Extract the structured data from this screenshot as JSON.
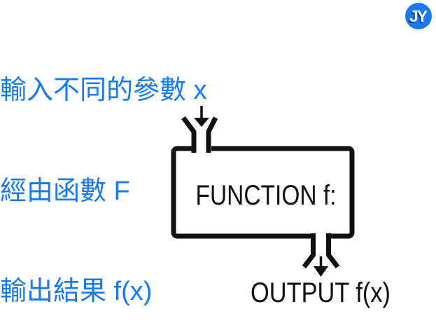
{
  "colors": {
    "background": "#FFFFFF",
    "accent_blue": "#1779F3",
    "logo_blue": "#1879F0",
    "logo_shadow_blue": "#0C3E8F",
    "diagram_ink": "#111111"
  },
  "logo": {
    "text": "JY"
  },
  "labels": {
    "input": "輸入不同的參數 x",
    "via": "經由函數 F",
    "output": "輸出結果 f(x)"
  },
  "diagram": {
    "box_label": "FUNCTION f:",
    "output_label": "OUTPUT f(x)",
    "input_arrow_icon": "arrow-down",
    "output_arrow_icon": "arrow-down"
  }
}
